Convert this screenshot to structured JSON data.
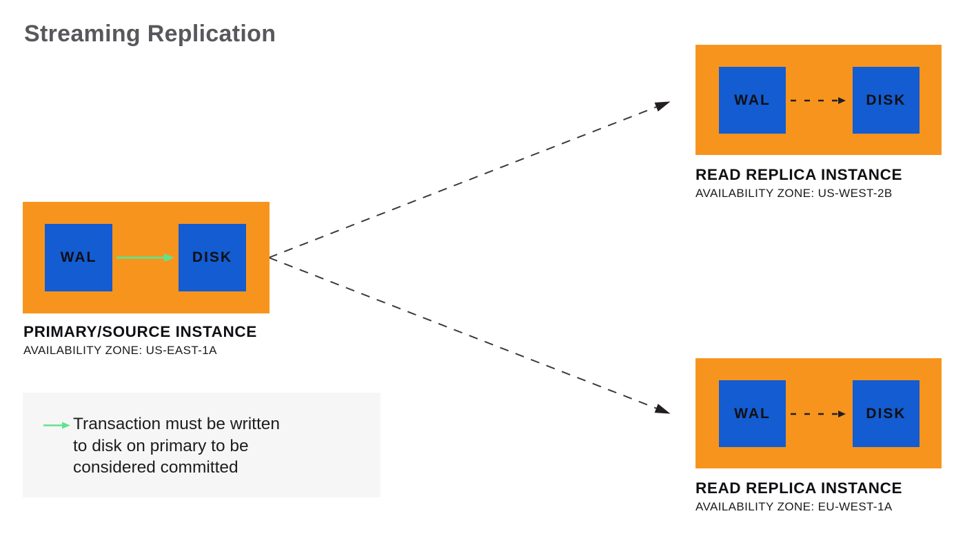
{
  "title": "Streaming Replication",
  "colors": {
    "instance_orange": "#F7941E",
    "node_blue": "#135CD1",
    "committed_green": "#5FE48D",
    "arrow_dark": "#231F20",
    "title_gray": "#58585C",
    "legend_bg": "#F6F6F6"
  },
  "primary": {
    "wal_label": "WAL",
    "disk_label": "DISK",
    "label": "PRIMARY/SOURCE INSTANCE",
    "zone": "AVAILABILITY ZONE: US-EAST-1A"
  },
  "replicas": [
    {
      "wal_label": "WAL",
      "disk_label": "DISK",
      "label": "READ REPLICA INSTANCE",
      "zone": "AVAILABILITY ZONE: US-WEST-2B"
    },
    {
      "wal_label": "WAL",
      "disk_label": "DISK",
      "label": "READ REPLICA INSTANCE",
      "zone": "AVAILABILITY ZONE: EU-WEST-1A"
    }
  ],
  "legend": {
    "lines": [
      "Transaction must be written",
      "to disk on primary to be",
      "considered committed"
    ]
  }
}
